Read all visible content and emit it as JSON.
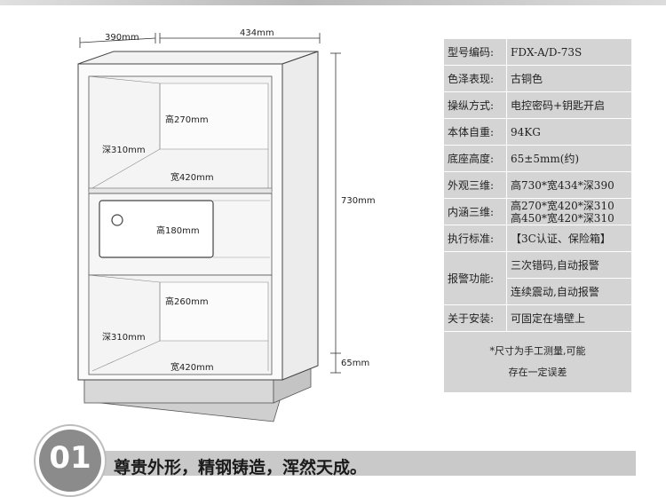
{
  "drawing": {
    "width_depth": "390mm",
    "width_outer": "434mm",
    "height_total": "730mm",
    "height_base": "65mm",
    "top": {
      "height": "高270mm",
      "depth": "深310mm",
      "width": "宽420mm"
    },
    "drawer": {
      "height": "高180mm"
    },
    "bottom": {
      "height": "高260mm",
      "depth": "深310mm",
      "width": "宽420mm"
    }
  },
  "spec": {
    "model": {
      "label": "型号编码:",
      "value": "FDX-A/D-73S"
    },
    "color": {
      "label": "色泽表现:",
      "value": "古铜色"
    },
    "operation": {
      "label": "操纵方式:",
      "value": "电控密码+钥匙开启"
    },
    "weight": {
      "label": "本体自重:",
      "value": "94KG"
    },
    "base_height": {
      "label": "底座高度:",
      "value": "65±5mm(约)"
    },
    "outer_dim": {
      "label": "外观三维:",
      "value": "高730*宽434*深390"
    },
    "inner_dim": {
      "label": "内涵三维:",
      "value1": "高270*宽420*深310",
      "value2": "高450*宽420*深310"
    },
    "standard": {
      "label": "执行标准:",
      "value": "【3C认证、保险箱】"
    },
    "alarm": {
      "label": "报警功能:",
      "value1": "三次错码,自动报警",
      "value2": "连续震动,自动报警"
    },
    "install": {
      "label": "关于安装:",
      "value": "可固定在墙壁上"
    },
    "note": {
      "line1": "*尺寸为手工测量,可能",
      "line2": "存在一定误差"
    }
  },
  "banner": {
    "number": "01",
    "text": "尊贵外形，精钢铸造，浑然天成。"
  }
}
